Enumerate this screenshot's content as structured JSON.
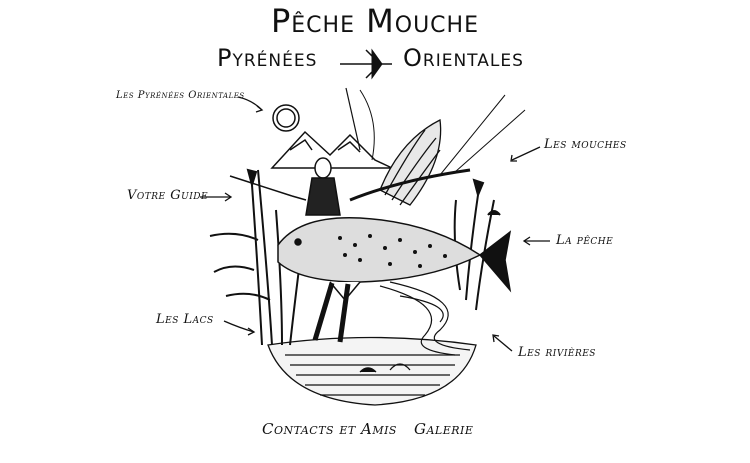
{
  "header": {
    "title": "Pêche Mouche",
    "subtitle_left": "Pyrénées",
    "subtitle_right": "Orientales"
  },
  "nav": {
    "pyrenees": "Les Pyrénées Orientales",
    "guide": "Votre Guide",
    "lacs": "Les Lacs",
    "mouches": "Les mouches",
    "peche": "La pêche",
    "rivieres": "Les rivières"
  },
  "footer": {
    "contacts": "Contacts et Amis",
    "galerie": "Galerie"
  }
}
